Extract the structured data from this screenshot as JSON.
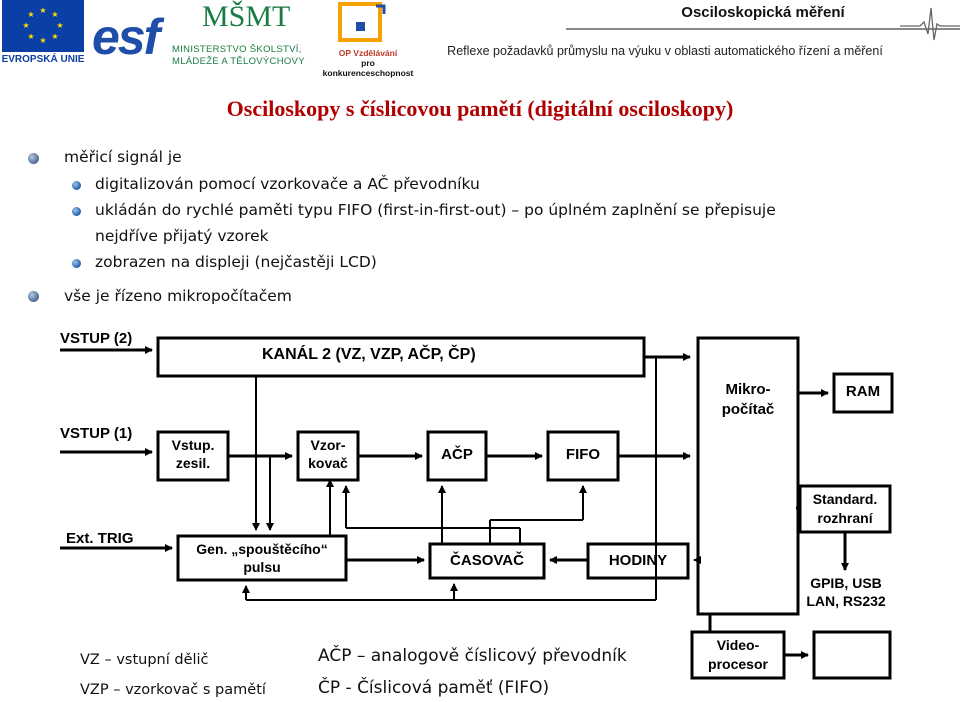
{
  "header": {
    "title": "Osciloskopická měření",
    "subtitle": "Reflexe požadavků průmyslu na výuku v oblasti automatického řízení a měření"
  },
  "logos": {
    "eu": "EVROPSKÁ UNIE",
    "esf": "esf",
    "msmt": "MŠMT",
    "msmt_line1": "MINISTERSTVO ŠKOLSTVÍ,",
    "msmt_line2": "MLÁDEŽE A TĚLOVÝCHOVY",
    "op_line1": "OP Vzdělávání",
    "op_line2": "pro konkurenceschopnost"
  },
  "slide_title": "Osciloskopy s číslicovou pamětí (digitální osciloskopy)",
  "bullets": {
    "b1": "měřicí signál je",
    "b1_sub": [
      "digitalizován pomocí vzorkovače a AČ převodníku",
      "ukládán do rychlé paměti typu FIFO (first-in-first-out) – po úplném zaplnění se přepisuje",
      "nejdříve přijatý vzorek",
      "zobrazen na displeji (nejčastěji LCD)"
    ],
    "b2": "vše je řízeno mikropočítačem"
  },
  "diagram": {
    "input2": "VSTUP (2)",
    "channel2": "KANÁL 2 (VZ, VZP, AČP, ČP)",
    "input1": "VSTUP (1)",
    "attenuator": [
      "Vstup.",
      "zesil."
    ],
    "sampler": [
      "Vzor-",
      "kovač"
    ],
    "adc": "AČP",
    "fifo": "FIFO",
    "mcu": [
      "Mikro-",
      "počítač"
    ],
    "ram": "RAM",
    "std_interface": [
      "Standard.",
      "rozhraní"
    ],
    "ext_trig": "Ext. TRIG",
    "trig_gen": [
      "Gen. „spouštěcího“",
      "pulsu"
    ],
    "timer": "ČASOVAČ",
    "clock": "HODINY",
    "buses": [
      "GPIB, USB",
      "LAN, RS232"
    ],
    "video": [
      "Video-",
      "procesor"
    ]
  },
  "legend": {
    "vz": "VZ – vstupní dělič",
    "vzp": "VZP – vzorkovač s pamětí",
    "acp": "AČP – analogově číslicový převodník",
    "cp": "ČP - Číslicová paměť (FIFO)"
  }
}
